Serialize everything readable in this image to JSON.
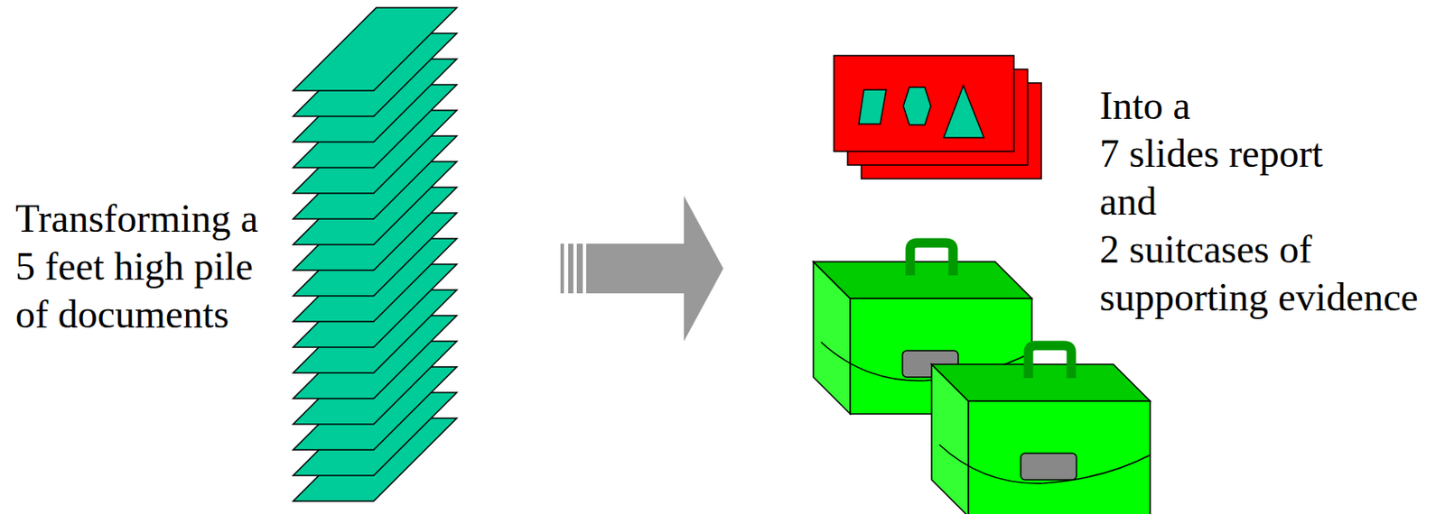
{
  "diagram": {
    "nodes": [
      {
        "text": [
          "Transforming a 5 feet high pile of documents"
        ]
      },
      {
        "text": [
          "Into a 7 slides report and 2 suitcases of supporting evidence"
        ]
      }
    ],
    "edges": [
      {
        "from": 0,
        "to": 1,
        "arrow": "to"
      }
    ]
  }
}
